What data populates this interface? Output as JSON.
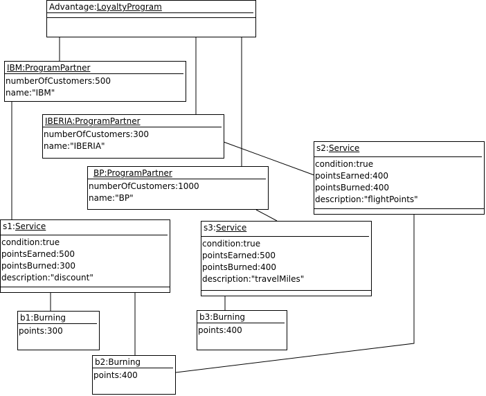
{
  "objects": {
    "advantage": {
      "instance": "Advantage",
      "class": "LoyaltyProgram",
      "attributes": []
    },
    "ibm": {
      "instance": "IBM",
      "class": "ProgramPartner",
      "attributes": [
        "numberOfCustomers:500",
        "name:\"IBM\""
      ]
    },
    "iberia": {
      "instance": "IBERIA",
      "class": "ProgramPartner",
      "attributes": [
        "numberOfCustomers:300",
        "name:\"IBERIA\""
      ]
    },
    "bp": {
      "instance": "BP",
      "class": "ProgramPartner",
      "attributes": [
        "numberOfCustomers:1000",
        "name:\"BP\""
      ]
    },
    "s1": {
      "instance": "s1",
      "class": "Service",
      "attributes": [
        "condition:true",
        "pointsEarned:500",
        "pointsBurned:300",
        "description:\"discount\""
      ]
    },
    "s2": {
      "instance": "s2",
      "class": "Service",
      "attributes": [
        "condition:true",
        "pointsEarned:400",
        "pointsBurned:400",
        "description:\"flightPoints\""
      ]
    },
    "s3": {
      "instance": "s3",
      "class": "Service",
      "attributes": [
        "condition:true",
        "pointsEarned:500",
        "pointsBurned:400",
        "description:\"travelMiles\""
      ]
    },
    "b1": {
      "instance": "b1",
      "class": "Burning",
      "attributes": [
        "points:300"
      ]
    },
    "b2": {
      "instance": "b2",
      "class": "Burning",
      "attributes": [
        "points:400"
      ]
    },
    "b3": {
      "instance": "b3",
      "class": "Burning",
      "attributes": [
        "points:400"
      ]
    }
  }
}
